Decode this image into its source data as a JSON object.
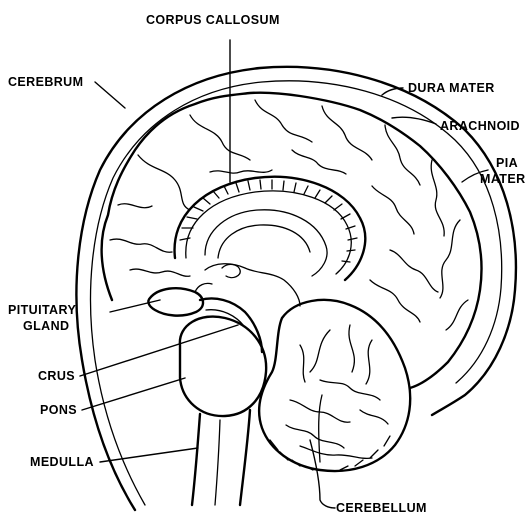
{
  "labels": {
    "corpus_callosum": "CORPUS CALLOSUM",
    "cerebrum": "CEREBRUM",
    "dura_mater": "DURA MATER",
    "arachnoid": "ARACHNOID",
    "pia_line1": "PIA",
    "pia_line2": "MATER",
    "pituitary_line1": "PITUITARY",
    "pituitary_line2": "GLAND",
    "crus": "CRUS",
    "pons": "PONS",
    "medulla": "MEDULLA",
    "cerebellum": "CEREBELLUM"
  },
  "colors": {
    "ink": "#000000",
    "background": "#ffffff"
  }
}
